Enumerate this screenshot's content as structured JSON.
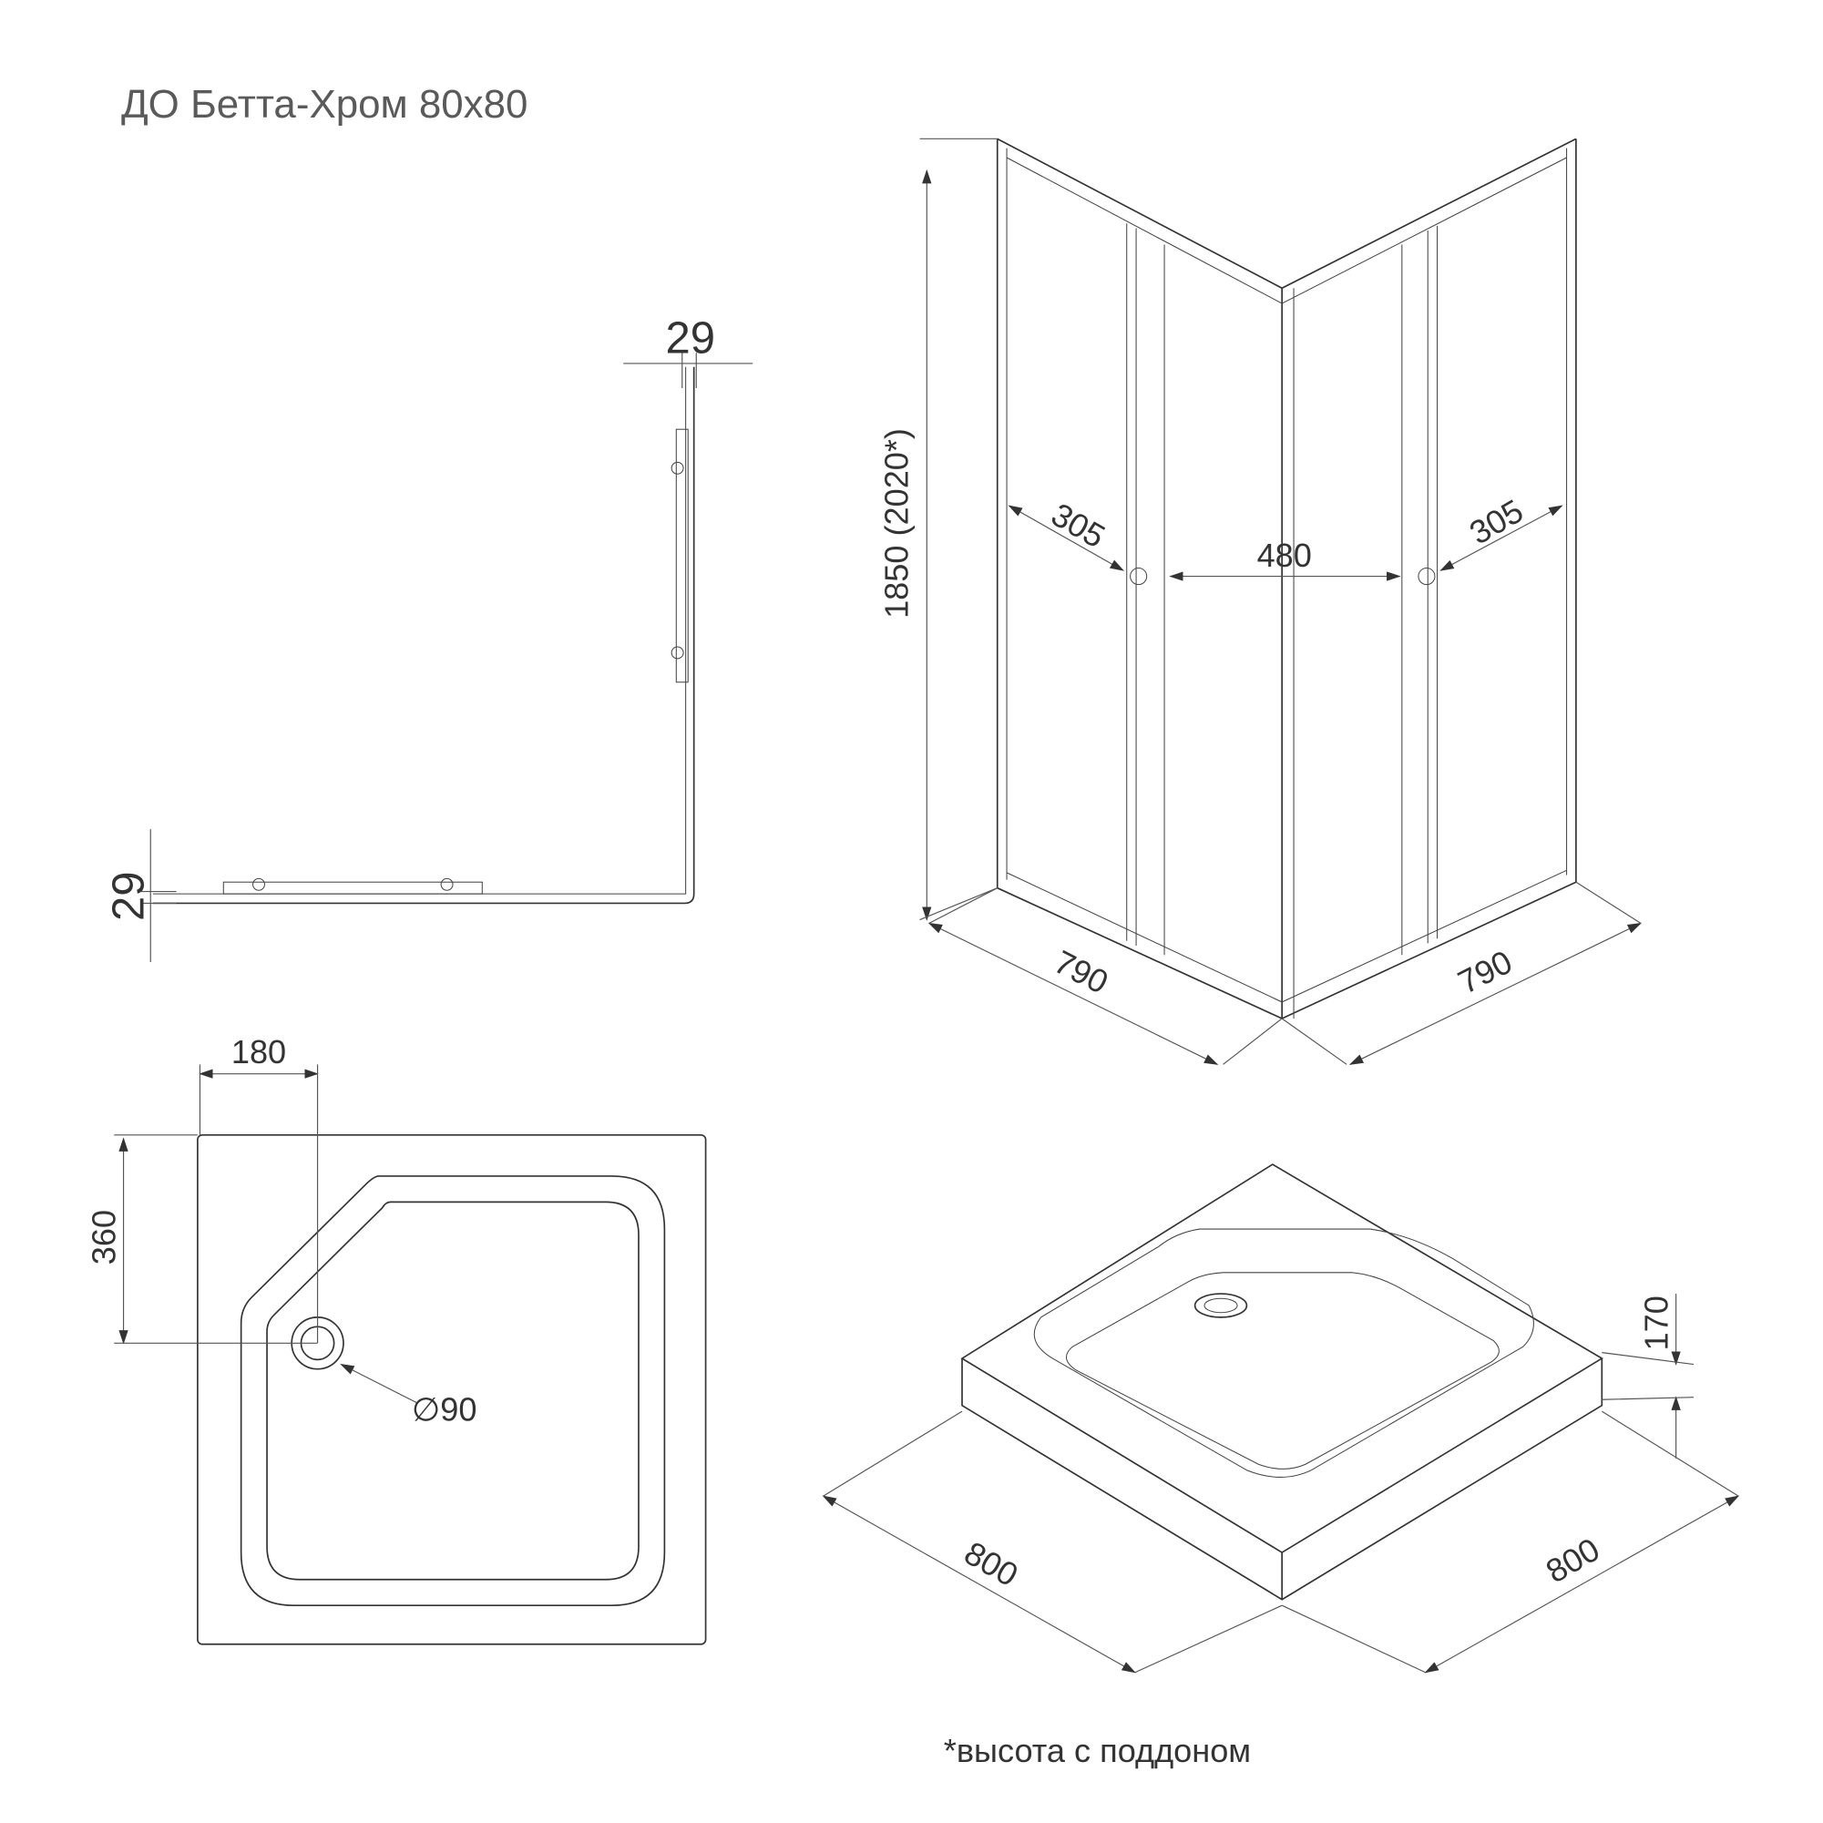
{
  "title": "ДО Бетта-Хром 80x80",
  "plan_view": {
    "dim_top": "29",
    "dim_left": "29"
  },
  "cabin_view": {
    "height": "1850  (2020*)",
    "door_left": "305",
    "opening": "480",
    "door_right": "305",
    "width_left": "790",
    "width_right": "790"
  },
  "tray_plan": {
    "drain_offset_x": "180",
    "drain_offset_y": "360",
    "drain_diameter": "∅90"
  },
  "tray_iso": {
    "width_left": "800",
    "width_right": "800",
    "height": "170"
  },
  "footnote": "*высота с поддоном",
  "colors": {
    "line": "#333333",
    "title": "#5a5a5a"
  }
}
